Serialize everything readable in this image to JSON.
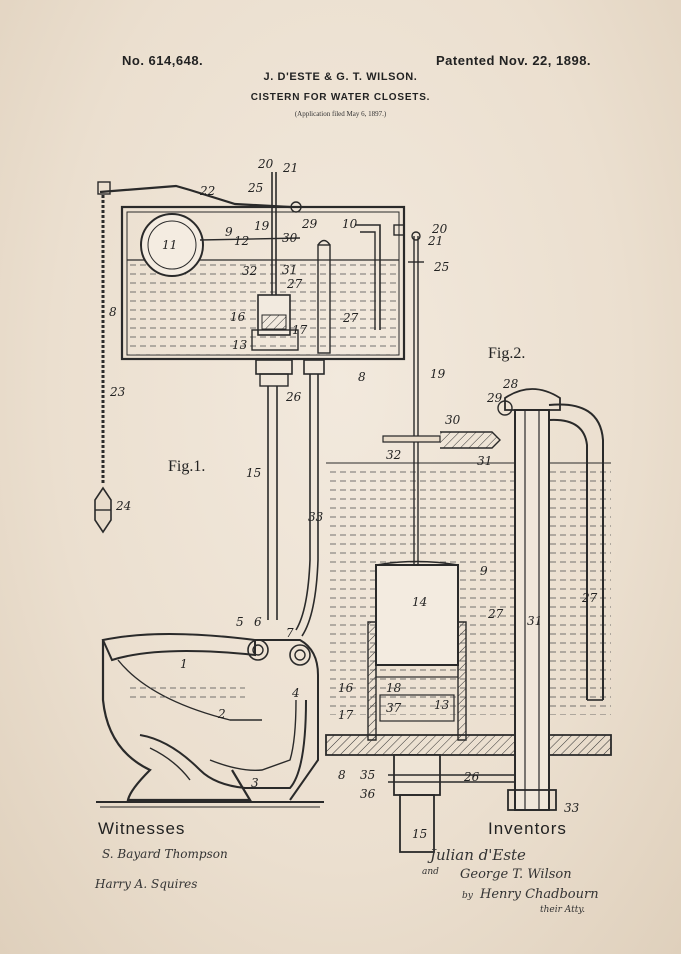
{
  "header": {
    "patent_number": "No. 614,648.",
    "patent_date": "Patented Nov. 22, 1898.",
    "inventors": "J. D'ESTE & G. T. WILSON.",
    "title": "CISTERN FOR WATER CLOSETS.",
    "application": "(Application filed May 6, 1897.)"
  },
  "figures": {
    "fig1": "Fig.1.",
    "fig2": "Fig.2."
  },
  "labels": {
    "fig1": [
      "20",
      "21",
      "22",
      "25",
      "19",
      "9",
      "12",
      "11",
      "29",
      "10",
      "30",
      "32",
      "31",
      "27",
      "8",
      "16",
      "17",
      "13",
      "27",
      "8",
      "26",
      "23",
      "15",
      "33",
      "24",
      "5",
      "6",
      "7",
      "1",
      "4",
      "2",
      "3"
    ],
    "fig2": [
      "20",
      "21",
      "25",
      "19",
      "28",
      "29",
      "30",
      "32",
      "31",
      "9",
      "14",
      "27",
      "31",
      "27",
      "16",
      "18",
      "17",
      "37",
      "13",
      "8",
      "35",
      "26",
      "36",
      "33",
      "15"
    ]
  },
  "footer": {
    "witnesses_heading": "Witnesses",
    "witness_1": "S. Bayard Thompson",
    "witness_2": "Harry A. Squires",
    "inventors_heading": "Inventors",
    "inventor_1": "Julian d'Este",
    "and": "and",
    "inventor_2": "George T. Wilson",
    "by": "by",
    "attorney": "Henry Chadbourn",
    "attorney_suffix": "their Atty."
  }
}
